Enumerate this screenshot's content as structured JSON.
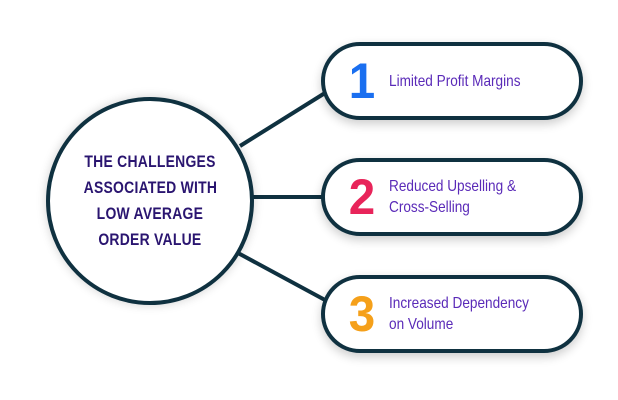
{
  "center": {
    "lines": [
      "THE CHALLENGES",
      "ASSOCIATED WITH",
      "LOW AVERAGE",
      "ORDER VALUE"
    ]
  },
  "items": [
    {
      "number": "1",
      "color": "#1a6ff0",
      "lines": [
        "Limited Profit Margins"
      ]
    },
    {
      "number": "2",
      "color": "#e8245a",
      "lines": [
        "Reduced Upselling &",
        "Cross-Selling"
      ]
    },
    {
      "number": "3",
      "color": "#f5a01a",
      "lines": [
        "Increased Dependency",
        "on Volume"
      ]
    }
  ]
}
